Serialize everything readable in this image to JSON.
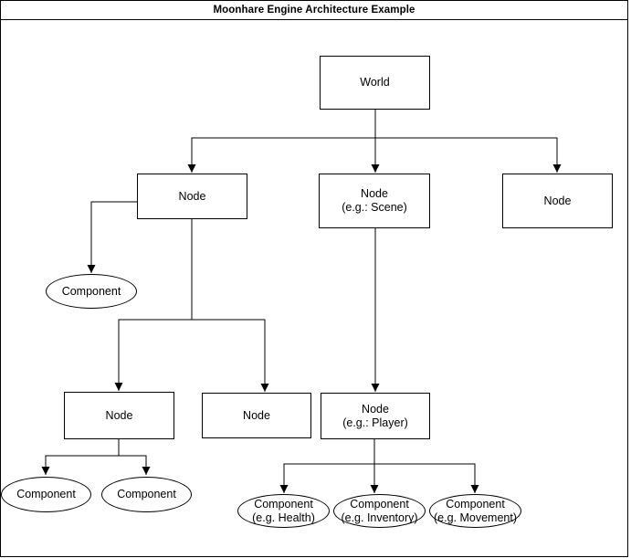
{
  "title": "Moonhare Engine Architecture Example",
  "colors": {
    "stroke": "#000000",
    "shape_fill": "#ffffff",
    "background": "#ffffff"
  },
  "shapes": {
    "world": {
      "label": "World"
    },
    "node_top_left": {
      "label": "Node"
    },
    "node_scene": {
      "label": "Node",
      "sublabel": "(e.g.: Scene)"
    },
    "node_top_right": {
      "label": "Node"
    },
    "component_upper_left": {
      "label": "Component"
    },
    "node_mid_left": {
      "label": "Node"
    },
    "node_mid_center": {
      "label": "Node"
    },
    "node_player": {
      "label": "Node",
      "sublabel": "(e.g.: Player)"
    },
    "component_bottom_1": {
      "label": "Component"
    },
    "component_bottom_2": {
      "label": "Component"
    },
    "component_health": {
      "label": "Component",
      "sublabel": "(e.g. Health)"
    },
    "component_inventory": {
      "label": "Component",
      "sublabel": "(e.g. Inventory)"
    },
    "component_movement": {
      "label": "Component",
      "sublabel": "(e.g. Movement)"
    }
  }
}
